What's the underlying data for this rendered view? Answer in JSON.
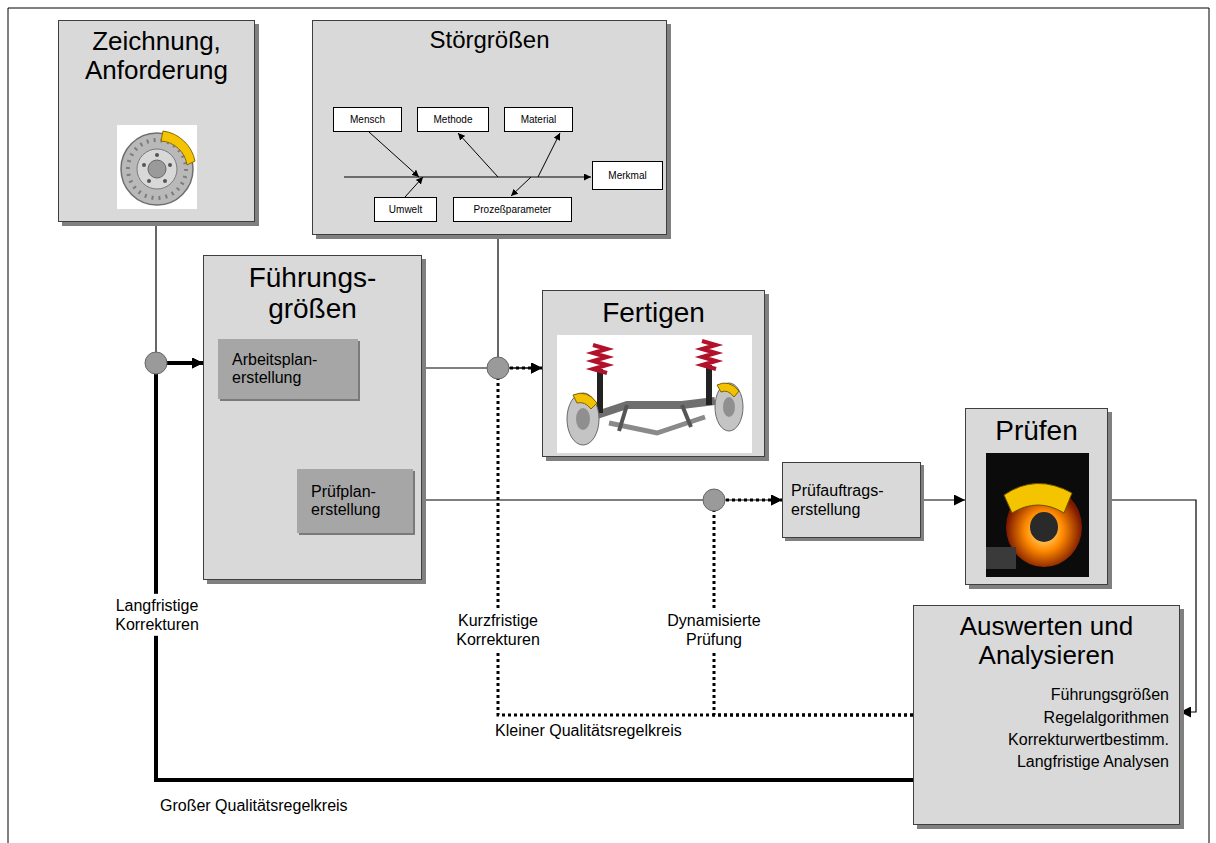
{
  "diagram": {
    "nodes": [
      {
        "text": [
          "Zeichnung, Anforderung"
        ]
      },
      {
        "text": [
          "Störgrößen"
        ]
      },
      {
        "text": [
          "Mensch"
        ],
        "in": 1
      },
      {
        "text": [
          "Methode"
        ],
        "in": 1
      },
      {
        "text": [
          "Material"
        ],
        "in": 1
      },
      {
        "text": [
          "Merkmal"
        ],
        "in": 1
      },
      {
        "text": [
          "Umwelt"
        ],
        "in": 1
      },
      {
        "text": [
          "Prozeßparameter"
        ],
        "in": 1
      },
      {
        "text": [
          "Führungs- größen"
        ]
      },
      {
        "text": [
          "Arbeitsplan- erstellung"
        ],
        "in": 8
      },
      {
        "text": [
          "Prüfplan- erstellung"
        ],
        "in": 8
      },
      {
        "text": [
          "Fertigen"
        ]
      },
      {
        "text": [
          "Prüfauftrags- erstellung"
        ]
      },
      {
        "text": [
          "Prüfen"
        ]
      },
      {
        "text": [
          "Auswerten und Analysieren",
          "Führungsgrößen",
          "Regelalgorithmen",
          "Korrekturwertbestimm.",
          "Langfristige Analysen"
        ]
      }
    ],
    "edges": [
      {
        "from": 0,
        "to": 8,
        "arrow": "to"
      },
      {
        "from": 1,
        "to": 11,
        "arrow": "to"
      },
      {
        "from": 9,
        "to": 11,
        "arrow": "to"
      },
      {
        "from": 10,
        "to": 12,
        "arrow": "to"
      },
      {
        "from": 12,
        "to": 13,
        "arrow": "to"
      },
      {
        "from": 13,
        "to": 14,
        "arrow": "to"
      },
      {
        "from": 14,
        "to": 8,
        "label": "Langfristige Korrekturen",
        "arrow": "to"
      },
      {
        "from": 14,
        "to": 11,
        "label": "Kurzfristige Korrekturen",
        "arrow": "to"
      },
      {
        "from": 14,
        "to": 12,
        "label": "Dynamisierte Prüfung",
        "arrow": "to"
      }
    ],
    "labels": [
      "Kleiner Qualitätsregelkreis",
      "Großer Qualitätsregelkreis"
    ]
  }
}
